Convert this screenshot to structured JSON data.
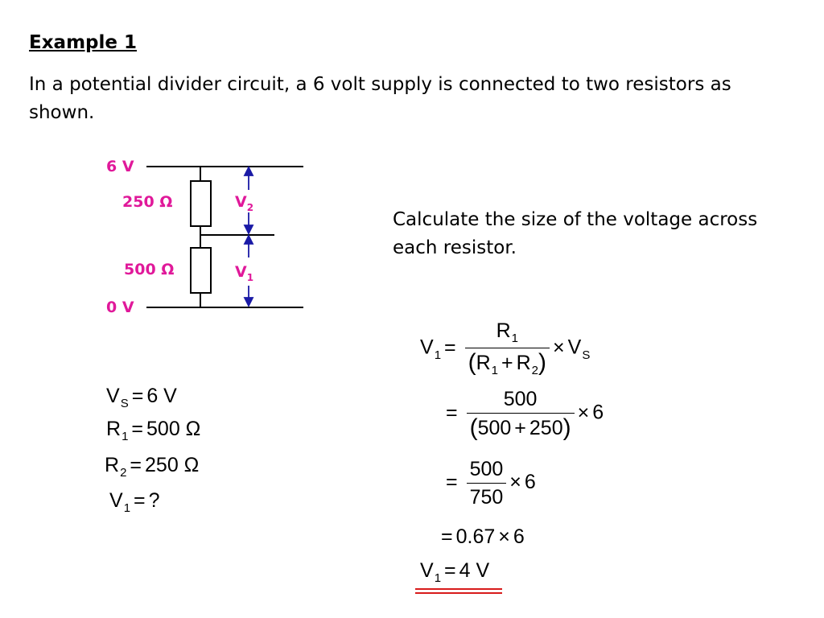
{
  "slide": {
    "title": "Example 1",
    "intro": "In a potential divider circuit, a 6 volt supply is connected to two resistors as shown.",
    "question": "Calculate the size of the voltage across each resistor."
  },
  "circuit": {
    "top_label": "6 V",
    "bottom_label": "0 V",
    "r_top_label": "250 Ω",
    "r_bottom_label": "500 Ω",
    "v_top_symbol": "V",
    "v_top_sub": "2",
    "v_bottom_symbol": "V",
    "v_bottom_sub": "1",
    "label_color": "#e0199a",
    "arrow_color": "#1a1aa6"
  },
  "givens": [
    {
      "sym": "V",
      "sub": "S",
      "eq": "=",
      "value": "6 V"
    },
    {
      "sym": "R",
      "sub": "1",
      "eq": "=",
      "value": "500 Ω"
    },
    {
      "sym": "R",
      "sub": "2",
      "eq": "=",
      "value": "250 Ω"
    },
    {
      "sym": "V",
      "sub": "1",
      "eq": "=",
      "value": "?"
    }
  ],
  "solution": {
    "line1": {
      "lhs": "V",
      "lhs_sub": "1",
      "eq": "=",
      "num": "R",
      "num_sub": "1",
      "den_open": "(",
      "den_a": "R",
      "den_a_sub": "1",
      "den_plus": "+",
      "den_b": "R",
      "den_b_sub": "2",
      "den_close": ")",
      "times": "×",
      "rhs": "V",
      "rhs_sub": "S"
    },
    "line2": {
      "eq": "=",
      "num": "500",
      "den_open": "(",
      "den_a": "500",
      "den_plus": "+",
      "den_b": "250",
      "den_close": ")",
      "times": "×",
      "rhs": "6"
    },
    "line3": {
      "eq": "=",
      "num": "500",
      "den": "750",
      "times": "×",
      "rhs": "6"
    },
    "line4": {
      "eq": "=",
      "a": "0.67",
      "times": "×",
      "b": "6"
    },
    "line5": {
      "lhs": "V",
      "lhs_sub": "1",
      "eq": "=",
      "value": "4 V"
    },
    "underline_color": "#d81b1b"
  }
}
